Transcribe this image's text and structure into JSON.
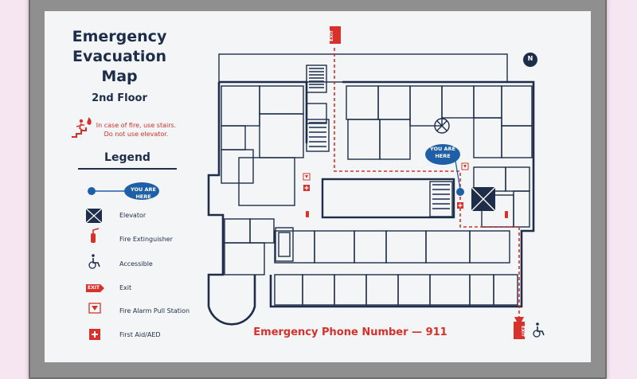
{
  "title_line1": "Emergency",
  "title_line2": "Evacuation",
  "title_line3": "Map",
  "floor": "2nd Floor",
  "fire_warning_line1": "In case of fire, use stairs.",
  "fire_warning_line2": "Do not use elevator.",
  "legend": {
    "title": "Legend",
    "you_are_here": "YOU ARE HERE",
    "elevator": "Elevator",
    "fire_extinguisher": "Fire Extinguisher",
    "accessible": "Accessible",
    "exit_badge": "EXIT",
    "exit": "Exit",
    "fire_alarm": "Fire Alarm Pull Station",
    "first_aid": "First Aid/AED"
  },
  "map": {
    "you_are_here": "YOU ARE HERE",
    "exit_top": "EXIT",
    "exit_bottom": "EXIT",
    "north": "N"
  },
  "phone": "Emergency Phone Number — 911",
  "colors": {
    "navy": "#1d2d4a",
    "red": "#d8302a",
    "blue": "#1f5fa8"
  }
}
